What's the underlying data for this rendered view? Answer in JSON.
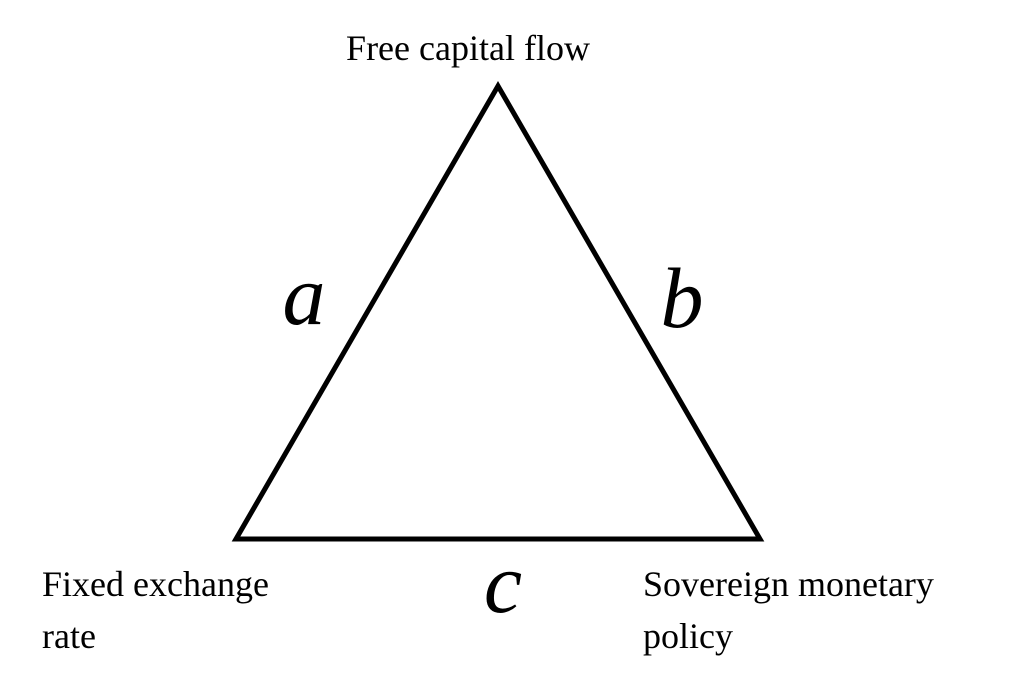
{
  "diagram": {
    "vertices": {
      "top": {
        "lines": [
          "Free capital flow"
        ]
      },
      "bottom_left": {
        "lines": [
          "Fixed exchange",
          "rate"
        ]
      },
      "bottom_right": {
        "lines": [
          "Sovereign monetary",
          "policy"
        ]
      }
    },
    "sides": {
      "left": "a",
      "right": "b",
      "bottom": "c"
    },
    "colors": {
      "stroke": "#000000",
      "background": "#ffffff"
    }
  }
}
